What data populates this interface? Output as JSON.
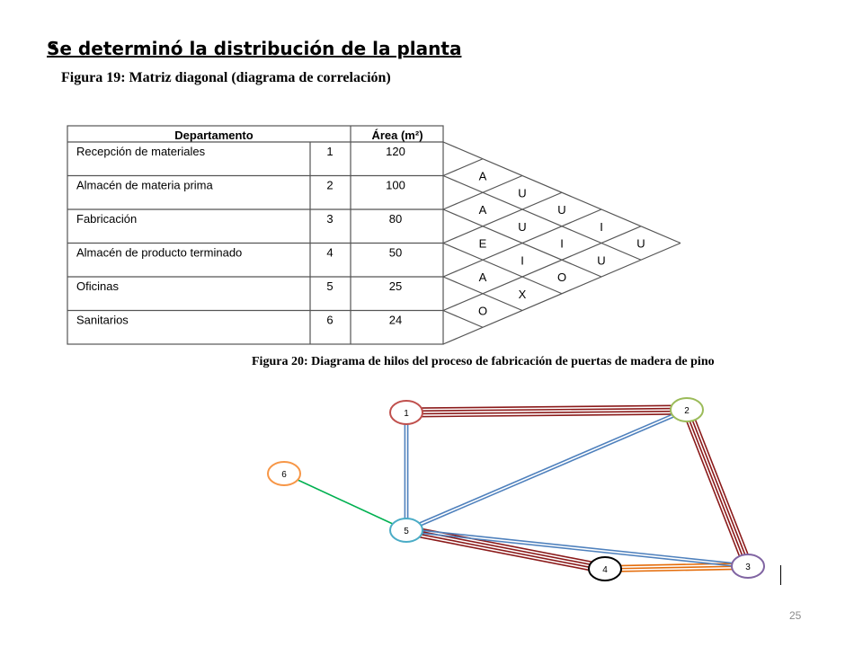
{
  "slide": {
    "bullet": "•",
    "title": "Se determinó la distribución de la planta",
    "page_number": "25"
  },
  "figure19": {
    "caption": "Figura 19: Matriz diagonal (diagrama de correlación)",
    "headers": {
      "department": "Departamento",
      "area": "Área (m²)"
    },
    "rows": [
      {
        "name": "Recepción de materiales",
        "id": "1",
        "area": "120"
      },
      {
        "name": "Almacén de materia prima",
        "id": "2",
        "area": "100"
      },
      {
        "name": "Fabricación",
        "id": "3",
        "area": "80"
      },
      {
        "name": "Almacén de producto terminado",
        "id": "4",
        "area": "50"
      },
      {
        "name": "Oficinas",
        "id": "5",
        "area": "25"
      },
      {
        "name": "Sanitarios",
        "id": "6",
        "area": "24"
      }
    ],
    "relations": [
      {
        "a": 1,
        "b": 2,
        "code": "A"
      },
      {
        "a": 1,
        "b": 3,
        "code": "U"
      },
      {
        "a": 1,
        "b": 4,
        "code": "U"
      },
      {
        "a": 1,
        "b": 5,
        "code": "I"
      },
      {
        "a": 1,
        "b": 6,
        "code": "U"
      },
      {
        "a": 2,
        "b": 3,
        "code": "A"
      },
      {
        "a": 2,
        "b": 4,
        "code": "U"
      },
      {
        "a": 2,
        "b": 5,
        "code": "I"
      },
      {
        "a": 2,
        "b": 6,
        "code": "U"
      },
      {
        "a": 3,
        "b": 4,
        "code": "E"
      },
      {
        "a": 3,
        "b": 5,
        "code": "I"
      },
      {
        "a": 3,
        "b": 6,
        "code": "O"
      },
      {
        "a": 4,
        "b": 5,
        "code": "A"
      },
      {
        "a": 4,
        "b": 6,
        "code": "X"
      },
      {
        "a": 5,
        "b": 6,
        "code": "O"
      }
    ]
  },
  "figure20": {
    "caption": "Figura 20: Diagrama de hilos del proceso de fabricación de puertas de madera de pino",
    "nodes": [
      {
        "id": "1",
        "color": "#c0504d"
      },
      {
        "id": "2",
        "color": "#9bbb59"
      },
      {
        "id": "3",
        "color": "#8064a2"
      },
      {
        "id": "4",
        "color": "#000000"
      },
      {
        "id": "5",
        "color": "#4bacc6"
      },
      {
        "id": "6",
        "color": "#f79646"
      }
    ],
    "links": [
      {
        "from": "1",
        "to": "2",
        "color": "#8b1a1a",
        "lines": 4
      },
      {
        "from": "2",
        "to": "3",
        "color": "#8b1a1a",
        "lines": 4
      },
      {
        "from": "5",
        "to": "4",
        "color": "#8b1a1a",
        "lines": 4
      },
      {
        "from": "4",
        "to": "3",
        "color": "#e46c0a",
        "lines": 3
      },
      {
        "from": "1",
        "to": "5",
        "color": "#4f81bd",
        "lines": 2
      },
      {
        "from": "5",
        "to": "2",
        "color": "#4f81bd",
        "lines": 2
      },
      {
        "from": "5",
        "to": "3",
        "color": "#4f81bd",
        "lines": 2
      },
      {
        "from": "5",
        "to": "6",
        "color": "#00b050",
        "lines": 1
      }
    ]
  }
}
